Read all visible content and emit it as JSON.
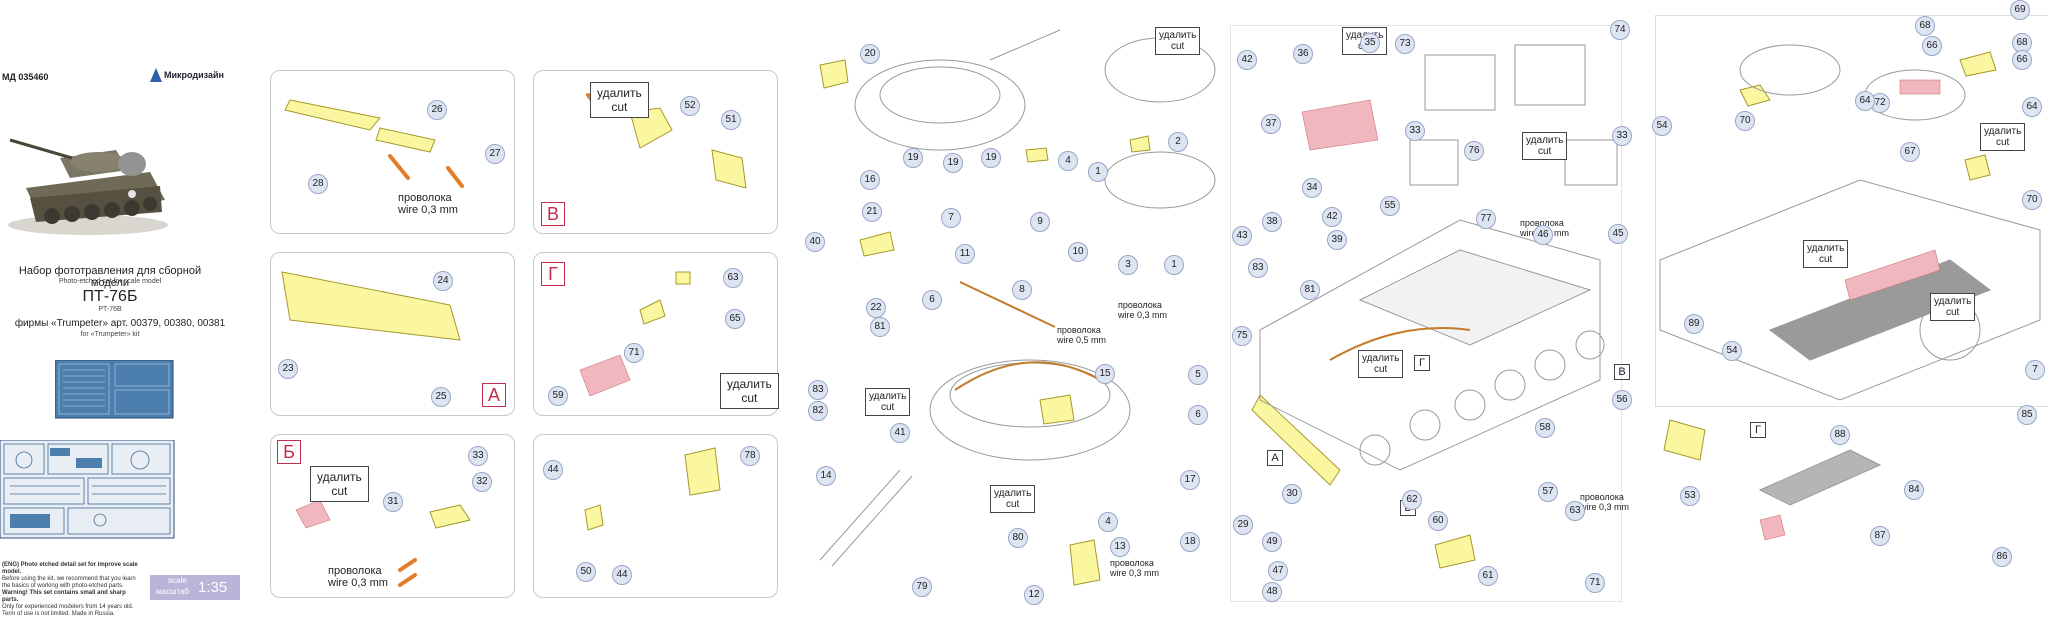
{
  "cover": {
    "code": "МД 035460",
    "brand": "Микродизайн",
    "title_ru": "Набор фототравления для сборной модели",
    "title_en": "Photo-etched set for scale model",
    "model_ru": "ПТ-76Б",
    "model_en": "PT-76B",
    "kits_ru": "фирмы «Trumpeter» арт. 00379, 00380, 00381",
    "kits_en": "for «Trumpeter» kit",
    "info_lines": [
      "(ENG) Photo etched detail set for improve scale model.",
      "Before using the kit, we recommend that you learn",
      "the basics of working with photo-etched parts.",
      "Warning! This set contains small and sharp parts.",
      "Only for experienced modelers from 14 years old.",
      "Term of use is not limited. Made in Russia."
    ],
    "scale_label_ru": "масштаб",
    "scale_label_en": "scale",
    "scale_value": "1:35"
  },
  "texts": {
    "cut_ru": "удалить",
    "cut_en": "cut",
    "wire03_ru": "проволока",
    "wire03_en": "wire 0,3 mm",
    "wire05_en": "wire 0,5 mm"
  },
  "section_letters": [
    "А",
    "Б",
    "В",
    "Г"
  ],
  "part_numbers": {
    "p26": "26",
    "p28": "28",
    "p27": "27",
    "p52": "52",
    "p51": "51",
    "p24": "24",
    "p23": "23",
    "p25": "25",
    "p63": "63",
    "p65": "65",
    "p71": "71",
    "p59": "59",
    "p33": "33",
    "p32": "32",
    "p31": "31",
    "p44": "44",
    "p78": "78",
    "p50": "50",
    "p20": "20",
    "p16": "16",
    "p19": "19",
    "p7": "7",
    "p4": "4",
    "p1": "1",
    "p2": "2",
    "p3": "3",
    "p21": "21",
    "p9": "9",
    "p11": "11",
    "p10": "10",
    "p6": "6",
    "p8": "8",
    "p40": "40",
    "p22": "22",
    "p81": "81",
    "p83": "83",
    "p82": "82",
    "p41": "41",
    "p15": "15",
    "p5": "5",
    "p14": "14",
    "p17": "17",
    "p18": "18",
    "p13": "13",
    "p80": "80",
    "p79": "79",
    "p12": "12",
    "p42": "42",
    "p36": "36",
    "p35": "35",
    "p73": "73",
    "p74": "74",
    "p37": "37",
    "p76": "76",
    "p34": "34",
    "p43": "43",
    "p38": "38",
    "p55": "55",
    "p77": "77",
    "p39": "39",
    "p46": "46",
    "p45": "45",
    "p75": "75",
    "p56": "56",
    "p58": "58",
    "p30": "30",
    "p29": "29",
    "p62": "62",
    "p57": "57",
    "p60": "60",
    "p49": "49",
    "p47": "47",
    "p48": "48",
    "p61": "61",
    "p68": "68",
    "p66": "66",
    "p69": "69",
    "p54": "54",
    "p70": "70",
    "p72": "72",
    "p64": "64",
    "p67": "67",
    "p89": "89",
    "p53": "53",
    "p88": "88",
    "p85": "85",
    "p84": "84",
    "p87": "87",
    "p86": "86"
  }
}
